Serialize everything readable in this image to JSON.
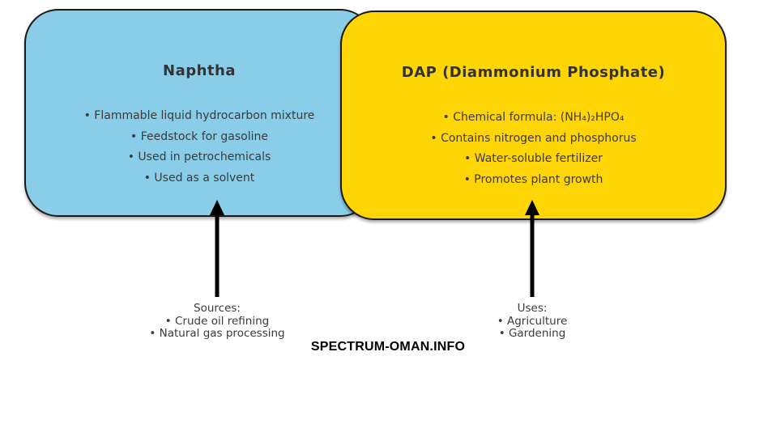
{
  "diagram": {
    "panels": [
      {
        "id": "naphtha",
        "title": "Naphtha",
        "bullets": [
          "• Flammable liquid hydrocarbon mixture",
          "• Feedstock for gasoline",
          "• Used in petrochemicals",
          "• Used as a solvent"
        ],
        "fill_color": "#8ACDE9",
        "annotation": {
          "heading": "Sources:",
          "items": [
            "• Crude oil refining",
            "• Natural gas processing"
          ]
        }
      },
      {
        "id": "dap",
        "title": "DAP (Diammonium Phosphate)",
        "bullets": [
          "• Chemical formula: (NH₄)₂HPO₄",
          "• Contains nitrogen and phosphorus",
          "• Water-soluble fertilizer",
          "• Promotes plant growth"
        ],
        "fill_color": "#FFD506",
        "annotation": {
          "heading": "Uses:",
          "items": [
            "• Agriculture",
            "• Gardening"
          ]
        }
      }
    ],
    "watermark": "SPECTRUM-OMAN.INFO",
    "colors": {
      "border": "#1A1A1A",
      "text": "#3A3A3A",
      "title_text": "#333333",
      "arrow": "#000000",
      "background": "#FFFFFF"
    }
  }
}
